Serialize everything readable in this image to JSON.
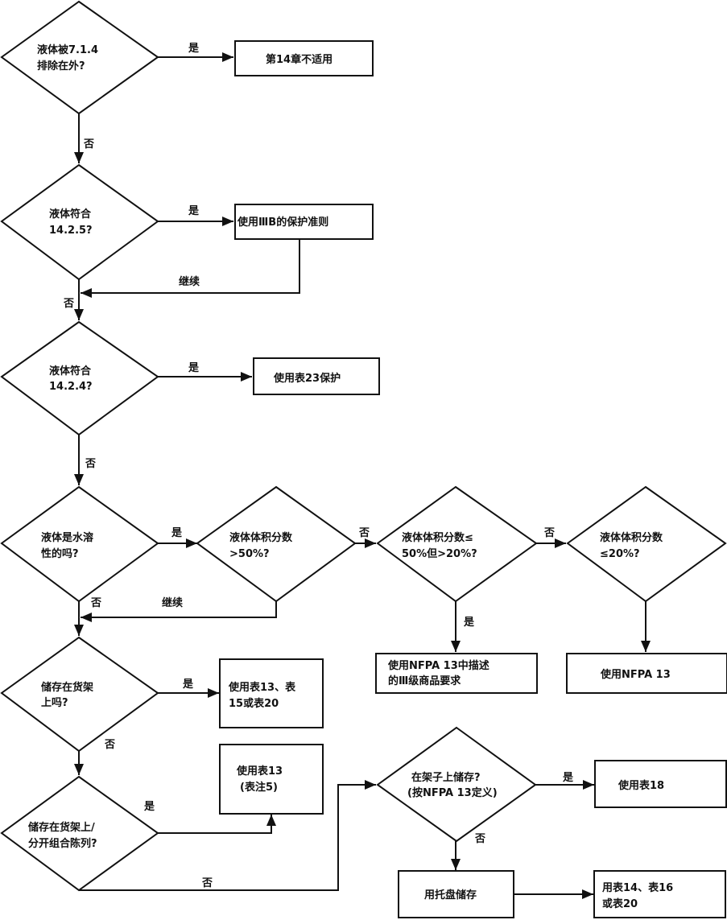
{
  "diagram": {
    "type": "flowchart",
    "decisions": [
      {
        "id": "d1",
        "lines": [
          "液体被7.1.4",
          "排除在外?"
        ]
      },
      {
        "id": "d2",
        "lines": [
          "液体符合",
          "14.2.5?"
        ]
      },
      {
        "id": "d3",
        "lines": [
          "液体符合",
          "14.2.4?"
        ]
      },
      {
        "id": "d4",
        "lines": [
          "液体是水溶",
          "性的吗?"
        ]
      },
      {
        "id": "d5",
        "lines": [
          "液体体积分数",
          ">50%?"
        ]
      },
      {
        "id": "d6",
        "lines": [
          "液体体积分数≤",
          "50%但>20%?"
        ]
      },
      {
        "id": "d7",
        "lines": [
          "液体体积分数",
          "≤20%?"
        ]
      },
      {
        "id": "d8",
        "lines": [
          "储存在货架",
          "上吗?"
        ]
      },
      {
        "id": "d9",
        "lines": [
          "储存在货架上/",
          "分开组合陈列?"
        ]
      },
      {
        "id": "d10",
        "lines": [
          "在架子上储存?",
          "(按NFPA 13定义)"
        ]
      }
    ],
    "boxes": [
      {
        "id": "b1",
        "lines": [
          "第14章不适用"
        ]
      },
      {
        "id": "b2",
        "lines": [
          "使用ⅢB的保护准则"
        ]
      },
      {
        "id": "b3",
        "lines": [
          "使用表23保护"
        ]
      },
      {
        "id": "b4",
        "lines": [
          "使用NFPA 13中描述",
          "的Ⅲ级商品要求"
        ]
      },
      {
        "id": "b5",
        "lines": [
          "使用NFPA 13"
        ]
      },
      {
        "id": "b6",
        "lines": [
          "使用表13、表",
          "15或表20"
        ]
      },
      {
        "id": "b7",
        "lines": [
          "使用表13",
          "(表注5)"
        ]
      },
      {
        "id": "b8",
        "lines": [
          "使用表18"
        ]
      },
      {
        "id": "b9",
        "lines": [
          "用托盘储存"
        ]
      },
      {
        "id": "b10",
        "lines": [
          "用表14、表16",
          "或表20"
        ]
      }
    ],
    "edge_labels": {
      "yes": "是",
      "no": "否",
      "continue": "继续"
    },
    "edges": [
      {
        "from": "d1",
        "to": "b1",
        "label": "是"
      },
      {
        "from": "d1",
        "to": "d2",
        "label": "否"
      },
      {
        "from": "d2",
        "to": "b2",
        "label": "是"
      },
      {
        "from": "b2",
        "to": "d3",
        "label": "继续"
      },
      {
        "from": "d2",
        "to": "d3",
        "label": "否"
      },
      {
        "from": "d3",
        "to": "b3",
        "label": "是"
      },
      {
        "from": "d3",
        "to": "d4",
        "label": "否"
      },
      {
        "from": "d4",
        "to": "d5",
        "label": "是"
      },
      {
        "from": "d5",
        "to": "d8",
        "label": "继续"
      },
      {
        "from": "d4",
        "to": "d8",
        "label": "否"
      },
      {
        "from": "d5",
        "to": "d6",
        "label": "否"
      },
      {
        "from": "d6",
        "to": "b4",
        "label": "是"
      },
      {
        "from": "d6",
        "to": "d7",
        "label": "否"
      },
      {
        "from": "d7",
        "to": "b5",
        "label": ""
      },
      {
        "from": "d8",
        "to": "b6",
        "label": "是"
      },
      {
        "from": "d8",
        "to": "d9",
        "label": "否"
      },
      {
        "from": "d9",
        "to": "b7",
        "label": "是"
      },
      {
        "from": "d9",
        "to": "d10",
        "label": "否"
      },
      {
        "from": "d10",
        "to": "b8",
        "label": "是"
      },
      {
        "from": "d10",
        "to": "b9",
        "label": "否"
      },
      {
        "from": "b9",
        "to": "b10",
        "label": ""
      }
    ]
  }
}
